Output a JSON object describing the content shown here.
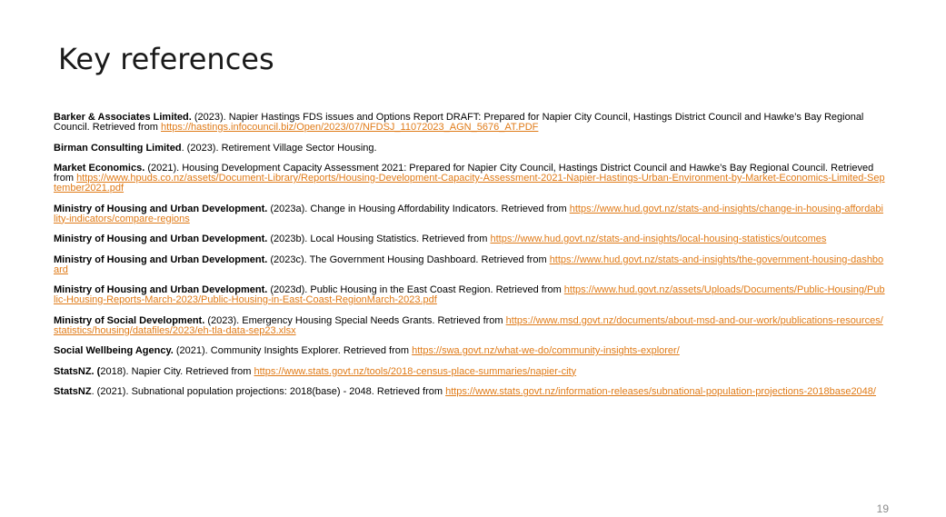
{
  "slide": {
    "title": "Key references",
    "page_number": "19"
  },
  "references": [
    {
      "author": "Barker & Associates Limited.",
      "text": " (2023). Napier Hastings FDS issues and Options Report DRAFT: Prepared for Napier City Council, Hastings District Council and Hawke’s Bay Regional Council. Retrieved from ",
      "link": "https://hastings.infocouncil.biz/Open/2023/07/NFDSJ_11072023_AGN_5676_AT.PDF"
    },
    {
      "author": "Birman Consulting Limited",
      "text": ". (2023). Retirement Village Sector Housing.",
      "link": ""
    },
    {
      "author": "Market Economics.",
      "text": " (2021). Housing Development Capacity Assessment 2021: Prepared for Napier City Council, Hastings District Council and Hawke’s Bay Regional Council. Retrieved from ",
      "link": "https://www.hpuds.co.nz/assets/Document-Library/Reports/Housing-Development-Capacity-Assessment-2021-Napier-Hastings-Urban-Environment-by-Market-Economics-Limited-September2021.pdf"
    },
    {
      "author": "Ministry of Housing and Urban Development.",
      "text": " (2023a). Change in Housing Affordability Indicators. Retrieved from ",
      "link": "https://www.hud.govt.nz/stats-and-insights/change-in-housing-affordability-indicators/compare-regions"
    },
    {
      "author": "Ministry of Housing and Urban Development.",
      "text": " (2023b). Local Housing Statistics. Retrieved from ",
      "link": "https://www.hud.govt.nz/stats-and-insights/local-housing-statistics/outcomes"
    },
    {
      "author": "Ministry of Housing and Urban Development.",
      "text": " (2023c). The Government Housing Dashboard. Retrieved from ",
      "link": "https://www.hud.govt.nz/stats-and-insights/the-government-housing-dashboard"
    },
    {
      "author": "Ministry of Housing and Urban Development.",
      "text": " (2023d). Public Housing in the East Coast Region. Retrieved from ",
      "link": "https://www.hud.govt.nz/assets/Uploads/Documents/Public-Housing/Public-Housing-Reports-March-2023/Public-Housing-in-East-Coast-RegionMarch-2023.pdf"
    },
    {
      "author": "Ministry of Social Development.",
      "text": " (2023). Emergency Housing Special Needs Grants. Retrieved from ",
      "link": "https://www.msd.govt.nz/documents/about-msd-and-our-work/publications-resources/statistics/housing/datafiles/2023/eh-tla-data-sep23.xlsx"
    },
    {
      "author": "Social Wellbeing Agency.",
      "text": " (2021). Community Insights Explorer. Retrieved from ",
      "link": "https://swa.govt.nz/what-we-do/community-insights-explorer/"
    },
    {
      "author": "StatsNZ. (",
      "text": "2018). Napier City. Retrieved from ",
      "link": "https://www.stats.govt.nz/tools/2018-census-place-summaries/napier-city"
    },
    {
      "author": "StatsNZ",
      "text": ". (2021). Subnational population projections: 2018(base) - 2048. Retrieved from ",
      "link": "https://www.stats.govt.nz/information-releases/subnational-population-projections-2018base2048/"
    }
  ],
  "colors": {
    "link": "#e07b18",
    "page_number": "#8c8c8c"
  }
}
